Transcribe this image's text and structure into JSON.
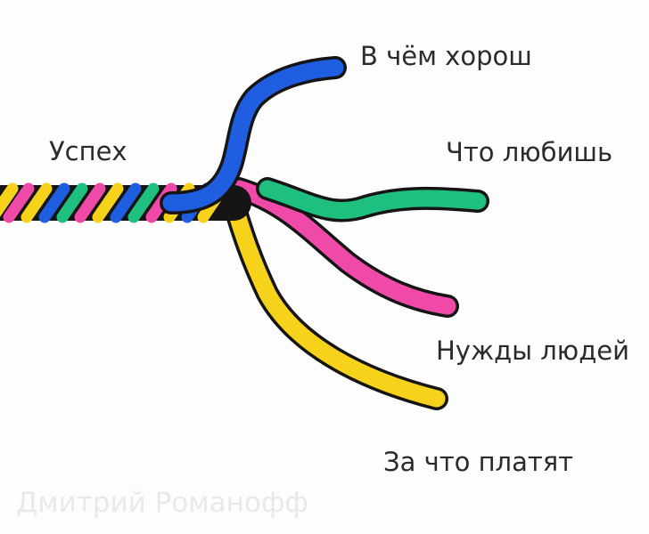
{
  "labels": {
    "success": "Успех",
    "good_at": "В чём хорош",
    "love": "Что любишь",
    "needs": "Нужды людей",
    "paid_for": "За что платят"
  },
  "watermark": "Дмитрий Романофф",
  "colors": {
    "blue": "#1f5ee0",
    "green": "#1fbf7f",
    "pink": "#ef4aa8",
    "yellow": "#f7d21b",
    "outline": "#151515"
  }
}
